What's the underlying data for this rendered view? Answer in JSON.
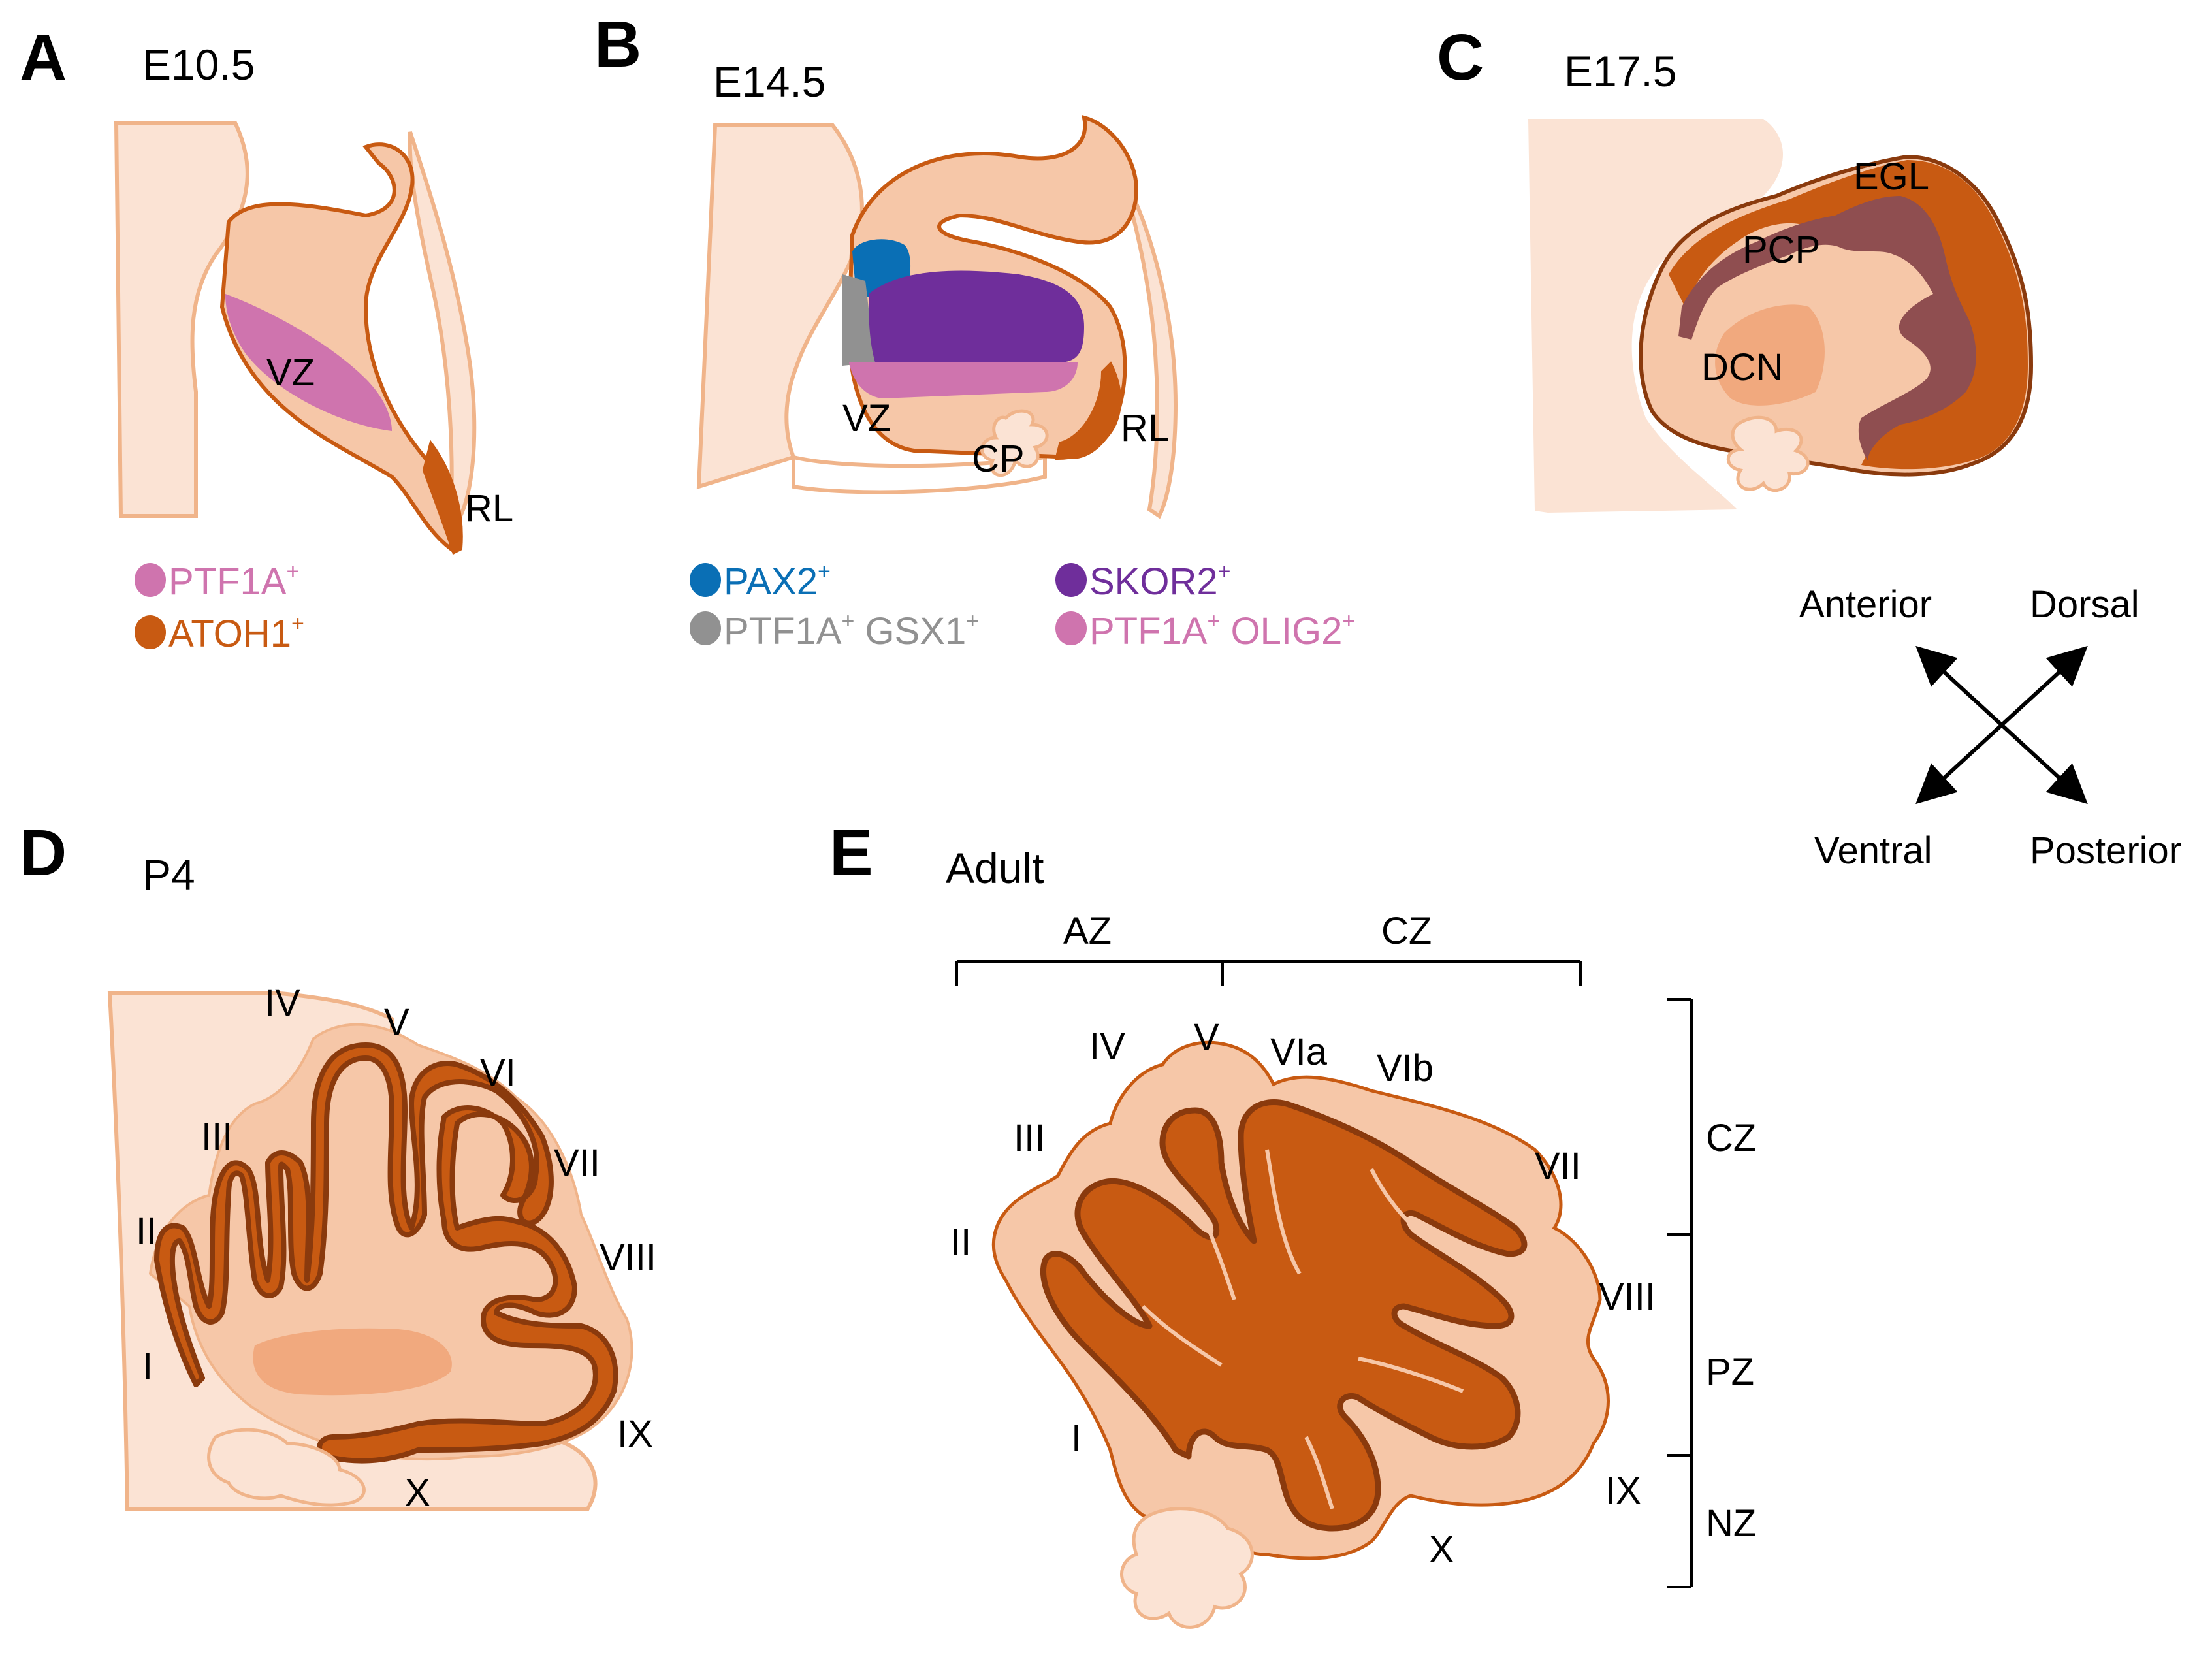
{
  "colors": {
    "tissue_light": "#fbe3d4",
    "tissue_mid": "#f6c7a8",
    "tissue_deep": "#f1a97e",
    "outline": "#f0b48a",
    "atoh1": "#c85a12",
    "atoh1_dark": "#8a3a0d",
    "ptf1a": "#cf74ae",
    "pax2": "#0a6fb5",
    "skor2": "#6f2e9b",
    "gsx1": "#919191",
    "pcp": "#8f4e50"
  },
  "panels": {
    "A": {
      "letter": "A",
      "stage": "E10.5",
      "labels": {
        "vz": "VZ",
        "rl": "RL"
      },
      "legend": [
        {
          "name": "PTF1A",
          "sup": "+",
          "color": "#cf74ae"
        },
        {
          "name": "ATOH1",
          "sup": "+",
          "color": "#c85a12"
        }
      ]
    },
    "B": {
      "letter": "B",
      "stage": "E14.5",
      "labels": {
        "vz": "VZ",
        "cp": "CP",
        "rl": "RL"
      },
      "legend": [
        {
          "name": "PAX2",
          "sup": "+",
          "extra": "",
          "extra_sup": "",
          "color": "#0a6fb5"
        },
        {
          "name": "SKOR2",
          "sup": "+",
          "extra": "",
          "extra_sup": "",
          "color": "#6f2e9b"
        },
        {
          "name": "PTF1A",
          "sup": "+",
          "extra": " GSX1",
          "extra_sup": "+",
          "color": "#919191"
        },
        {
          "name": "PTF1A",
          "sup": "+",
          "extra": " OLIG2",
          "extra_sup": "+",
          "color": "#cf74ae"
        }
      ]
    },
    "C": {
      "letter": "C",
      "stage": "E17.5",
      "labels": {
        "egl": "EGL",
        "pcp": "PCP",
        "dcn": "DCN"
      }
    },
    "axes": {
      "anterior": "Anterior",
      "dorsal": "Dorsal",
      "ventral": "Ventral",
      "posterior": "Posterior"
    },
    "D": {
      "letter": "D",
      "stage": "P4",
      "lobules": [
        "I",
        "II",
        "III",
        "IV",
        "V",
        "VI",
        "VII",
        "VIII",
        "IX",
        "X"
      ]
    },
    "E": {
      "letter": "E",
      "stage": "Adult",
      "lobules": [
        "I",
        "II",
        "III",
        "IV",
        "V",
        "VIa",
        "VIb",
        "VII",
        "VIII",
        "IX",
        "X"
      ],
      "zones_top": {
        "az": "AZ",
        "cz": "CZ"
      },
      "zones_side": {
        "cz": "CZ",
        "pz": "PZ",
        "nz": "NZ"
      }
    }
  }
}
